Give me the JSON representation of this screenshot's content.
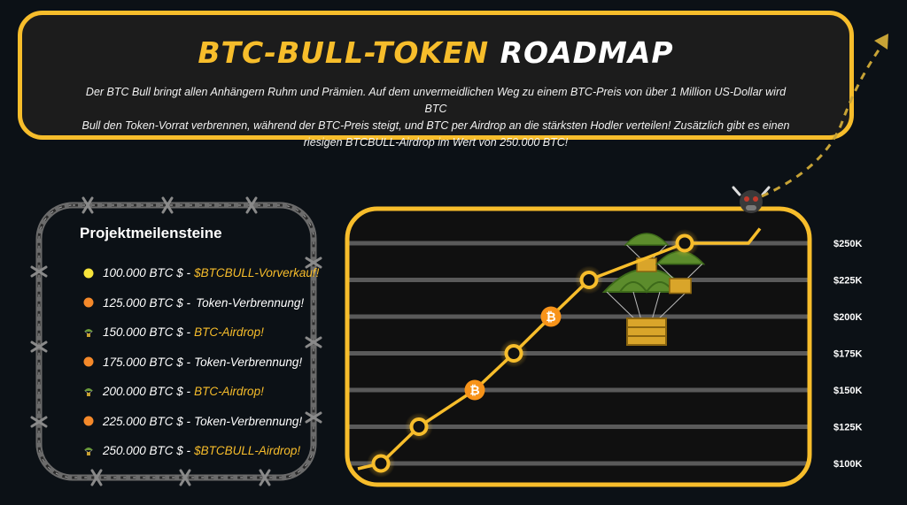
{
  "header": {
    "title_part1": "BTC-BULL-TOKEN",
    "title_part2": "ROADMAP",
    "description_line1": "Der BTC Bull bringt allen Anhängern Ruhm und Prämien. Auf dem unvermeidlichen Weg zu einem BTC-Preis von über 1 Million US-Dollar wird BTC",
    "description_line2": "Bull den Token-Vorrat verbrennen, während der BTC-Preis steigt, und BTC per Airdrop an die stärksten Hodler verteilen! Zusätzlich gibt es einen",
    "description_line3": "riesigen BTCBULL-Airdrop im Wert von 250.000 BTC!"
  },
  "milestones": {
    "title": "Projektmeilensteine",
    "items": [
      {
        "price": "100.000 BTC $ -",
        "label": "$BTCBULL-Vorverkauf!",
        "icon": "yellow-dot-icon",
        "highlight": true
      },
      {
        "price": "125.000 BTC $ -",
        "label": "Token-Verbrennung!",
        "icon": "orange-dot-icon",
        "highlight": false
      },
      {
        "price": "150.000 BTC $ -",
        "label": "BTC-Airdrop!",
        "icon": "parachute-icon",
        "highlight": true
      },
      {
        "price": "175.000 BTC $ -",
        "label": "Token-Verbrennung!",
        "icon": "orange-dot-icon",
        "highlight": false
      },
      {
        "price": "200.000 BTC $ -",
        "label": "BTC-Airdrop!",
        "icon": "parachute-icon",
        "highlight": true
      },
      {
        "price": "225.000 BTC $ -",
        "label": "Token-Verbrennung!",
        "icon": "orange-dot-icon",
        "highlight": false
      },
      {
        "price": "250.000 BTC $ -",
        "label": "$BTCBULL-Airdrop!",
        "icon": "parachute-icon",
        "highlight": true
      }
    ]
  },
  "chart_data": {
    "type": "line",
    "y_tick_labels": [
      "$100K",
      "$125K",
      "$150K",
      "$175K",
      "$200K",
      "$225K",
      "$250K"
    ],
    "ylim": [
      100000,
      250000
    ],
    "grid": true,
    "series": [
      {
        "values": [
          100000,
          125000,
          150000,
          175000,
          200000,
          225000,
          250000,
          250000,
          260000
        ]
      }
    ],
    "markers": [
      {
        "value": 100000,
        "kind": "ring"
      },
      {
        "value": 125000,
        "kind": "ring"
      },
      {
        "value": 150000,
        "kind": "btc-coin"
      },
      {
        "value": 175000,
        "kind": "ring"
      },
      {
        "value": 200000,
        "kind": "btc-coin"
      },
      {
        "value": 225000,
        "kind": "ring"
      },
      {
        "value": 250000,
        "kind": "ring"
      }
    ],
    "colors": {
      "line": "#f7bd2b",
      "frame": "#f7bd2b",
      "coin": "#f7931a",
      "grid": "#5a5a5a"
    }
  }
}
